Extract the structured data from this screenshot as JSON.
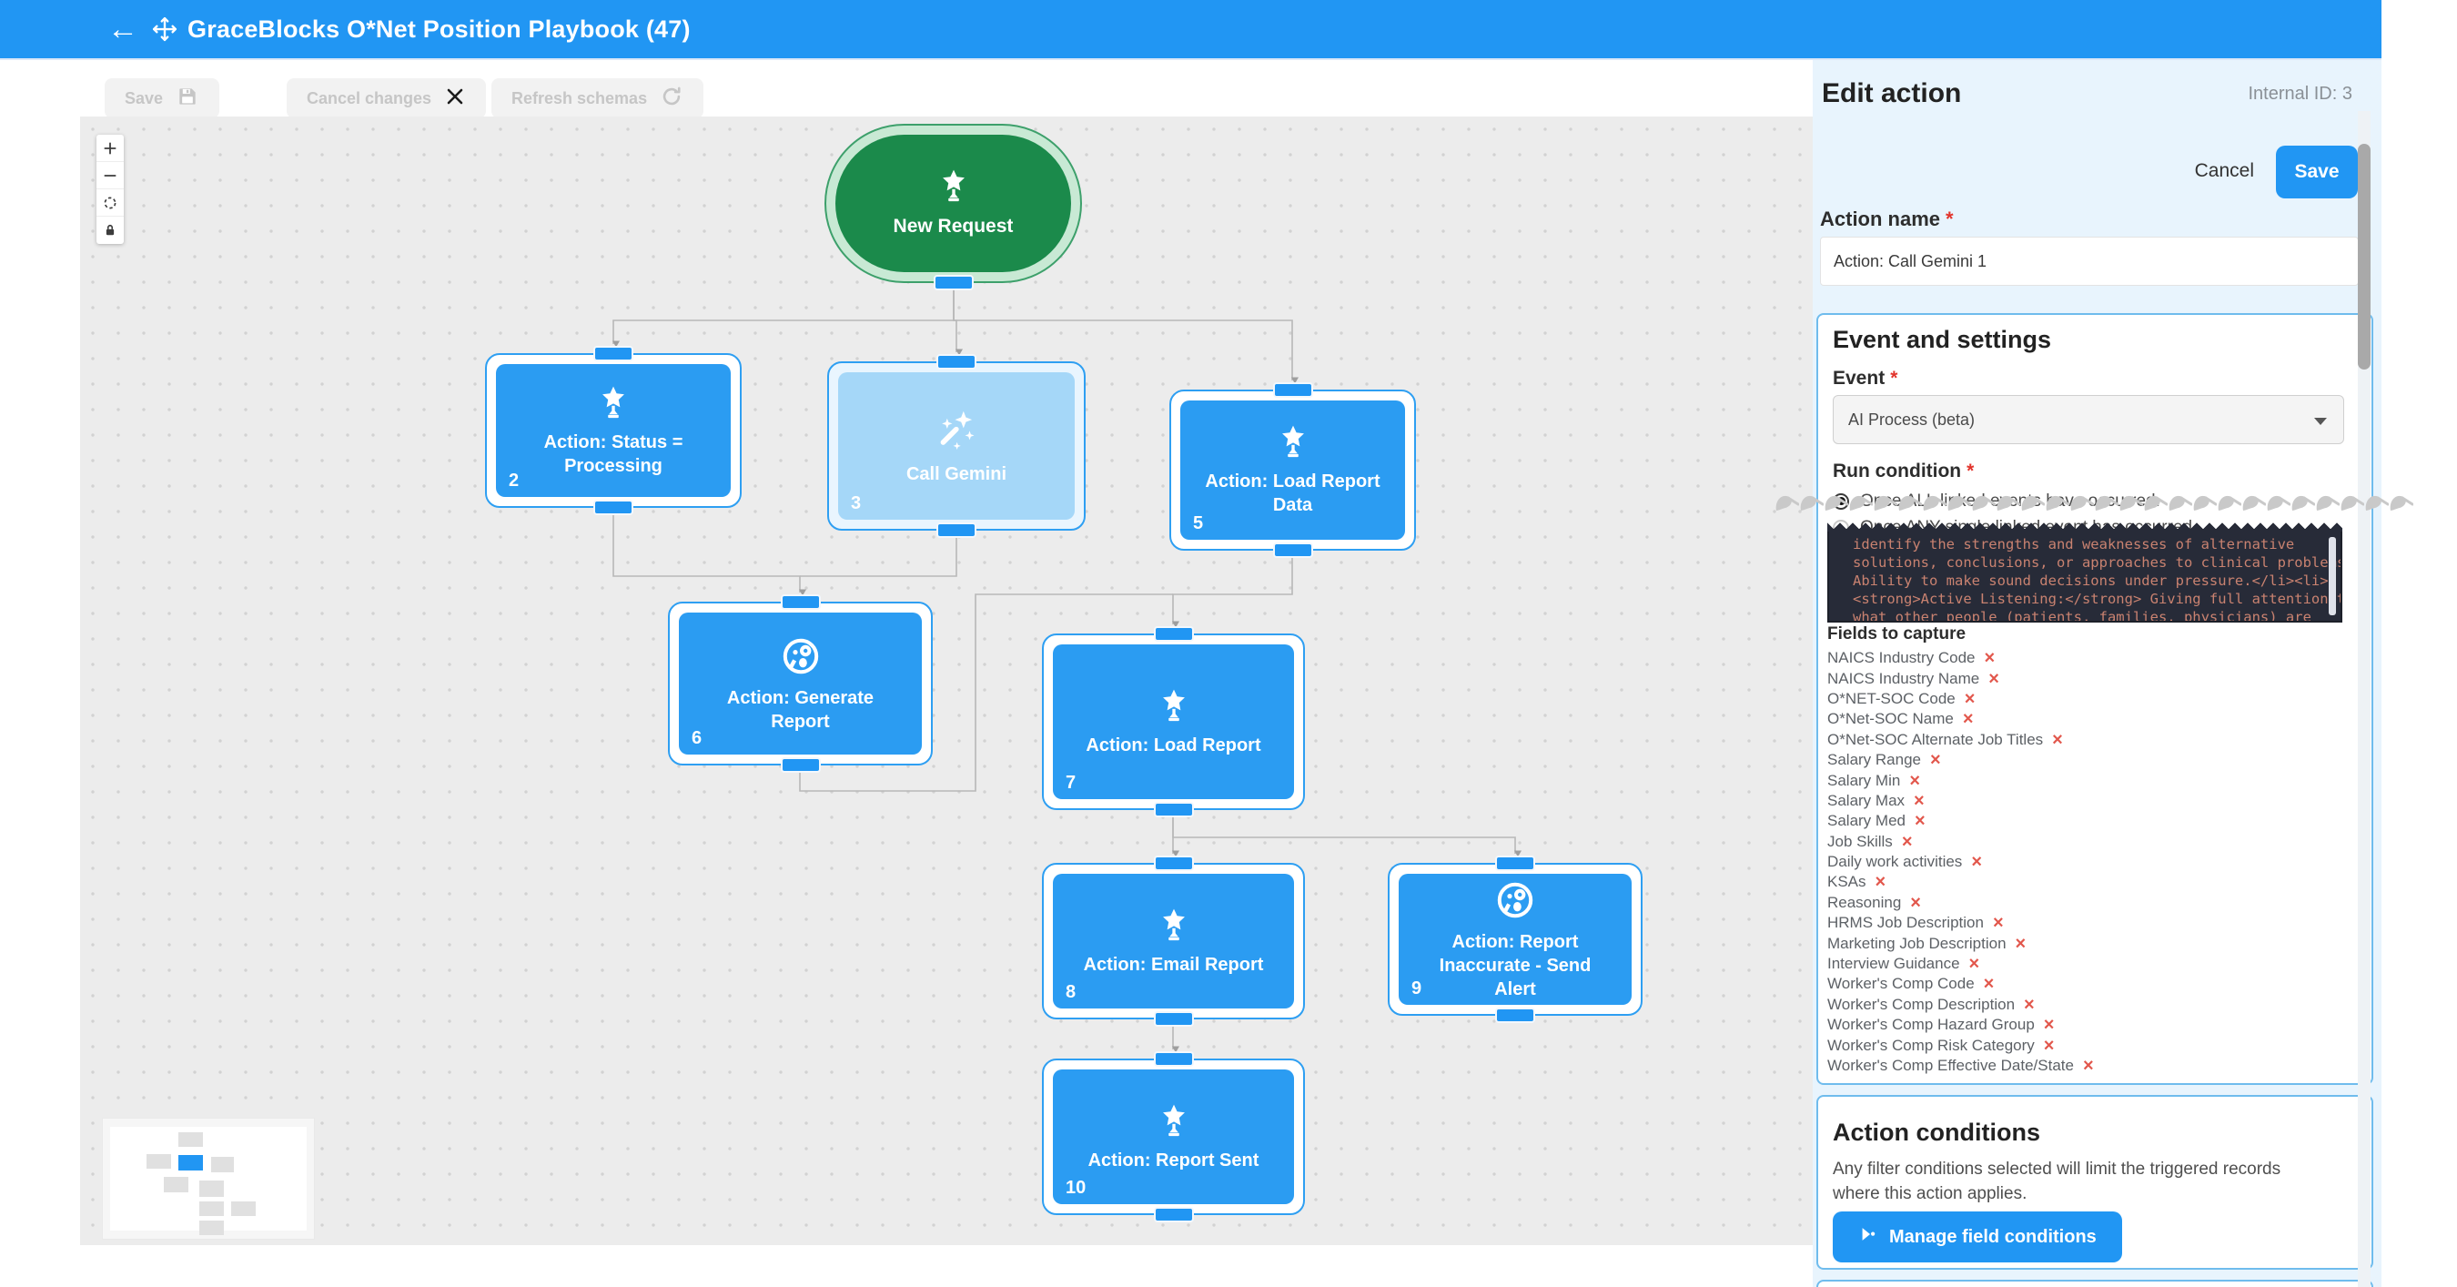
{
  "header": {
    "title": "GraceBlocks O*Net Position Playbook (47)",
    "back_icon": "arrow-left-icon",
    "move_icon": "arrows-move-icon"
  },
  "toolbar": {
    "save": "Save",
    "cancel": "Cancel changes",
    "refresh": "Refresh schemas"
  },
  "canvas": {
    "nodes": [
      {
        "id": "n1",
        "label": "New Request",
        "type": "start",
        "icon": "trophy-star-icon"
      },
      {
        "id": "n2",
        "num": "2",
        "label": "Action: Status = Processing",
        "icon": "trophy-star-icon"
      },
      {
        "id": "n3",
        "num": "3",
        "label": "Call Gemini",
        "icon": "magic-wand-icon",
        "selected": true
      },
      {
        "id": "n5",
        "num": "5",
        "label": "Action: Load Report Data",
        "icon": "trophy-star-icon"
      },
      {
        "id": "n6",
        "num": "6",
        "label": "Action: Generate Report",
        "icon": "face-report-icon"
      },
      {
        "id": "n7",
        "num": "7",
        "label": "Action: Load Report",
        "icon": "trophy-star-icon"
      },
      {
        "id": "n8",
        "num": "8",
        "label": "Action: Email Report",
        "icon": "trophy-star-icon"
      },
      {
        "id": "n9",
        "num": "9",
        "label": "Action: Report Inaccurate - Send Alert",
        "icon": "face-report-icon"
      },
      {
        "id": "n10",
        "num": "10",
        "label": "Action: Report Sent",
        "icon": "trophy-star-icon"
      }
    ]
  },
  "panel": {
    "title": "Edit action",
    "internal_id": "Internal ID: 3",
    "cancel": "Cancel",
    "save": "Save",
    "required_mark": "*",
    "action_name_label": "Action name",
    "action_name_value": "Action: Call Gemini 1",
    "event_section": {
      "heading": "Event and settings",
      "event_label": "Event",
      "event_value": "AI Process (beta)",
      "run_condition_label": "Run condition",
      "run_options": [
        "Once ALL linked events have occurred.",
        "Once ANY single linked event has occurred."
      ],
      "selected_option": 0,
      "code_lines": [
        "identify the strengths and weaknesses of alternative",
        "solutions, conclusions, or approaches to clinical problems.",
        "Ability to make sound decisions under pressure.</li><li>",
        "<strong>Active Listening:</strong> Giving full attention to",
        "what other people (patients, families, physicians) are"
      ],
      "fields_label": "Fields to capture",
      "fields": [
        "NAICS Industry Code",
        "NAICS Industry Name",
        "O*NET-SOC Code",
        "O*Net-SOC Name",
        "O*Net-SOC Alternate Job Titles",
        "Salary Range",
        "Salary Min",
        "Salary Max",
        "Salary Med",
        "Job Skills",
        "Daily work activities",
        "KSAs",
        "Reasoning",
        "HRMS Job Description",
        "Marketing Job Description",
        "Interview Guidance",
        "Worker's Comp Code",
        "Worker's Comp Description",
        "Worker's Comp Hazard Group",
        "Worker's Comp Risk Category",
        "Worker's Comp Effective Date/State"
      ]
    },
    "conditions_section": {
      "heading": "Action conditions",
      "description": "Any filter conditions selected will limit the triggered records where this action applies.",
      "button": "Manage field conditions"
    }
  },
  "colors": {
    "accent": "#2196f3",
    "node_blue": "#2b9cf2",
    "node_selected": "#a5d7f8",
    "start_green": "#1b8a4b",
    "code_bg": "#272b38",
    "code_text": "#c98270",
    "remove_red": "#e2574c"
  }
}
